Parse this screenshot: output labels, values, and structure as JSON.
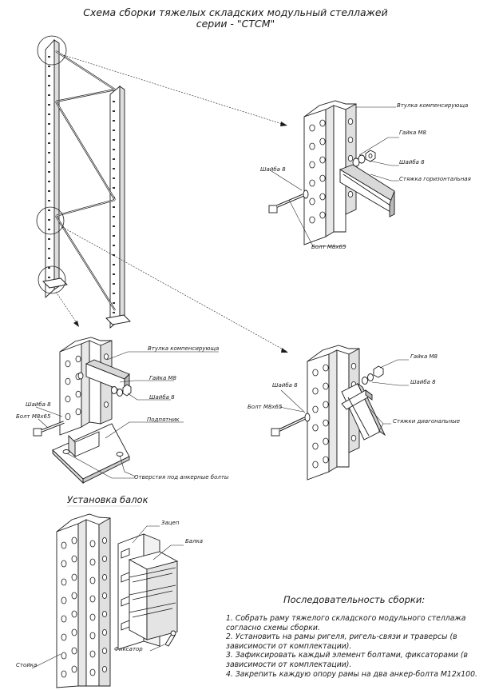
{
  "title": {
    "line1": "Схема сборки тяжелых складских модульный стеллажей",
    "line2": "серии - \"СТСМ\""
  },
  "labels": {
    "bushing_1": "Втулка компенсирующа",
    "nut_1": "Гайка М8",
    "washer_1a": "Шайба 8",
    "washer_1b": "Шайба 8",
    "brace_horizontal": "Стяжка горизонтальная",
    "bolt_1": "Болт М8x65",
    "bushing_2": "Втулка компенсирующа",
    "nut_2": "Гайка М8",
    "washer_2a": "Шайба 8",
    "washer_2b": "Шайба 8",
    "bolt_2": "Болт М8x65",
    "baseplate": "Подпятник",
    "anchor_holes": "Отверстия под анкерные болты",
    "nut_3": "Гайка М8",
    "washer_3a": "Шайба 8",
    "washer_3b": "Шайба 8",
    "bolt_3": "Болт М8x65",
    "brace_diagonal": "Стяжки диагональные",
    "hook": "Зацеп",
    "beam": "Балка",
    "lock": "Фиксатор",
    "upright": "Стойка"
  },
  "beam_section_title": "Установка балок",
  "sequence": {
    "title": "Последовательность сборки:",
    "steps": [
      "1. Собрать раму тяжелого складского модульного стеллажа согласно схемы сборки.",
      "2. Установить на рамы ригеля, ригель-связи и траверсы (в зависимости от комплектации).",
      "3. Зафиксировать каждый элемент болтами, фиксаторами (в зависимости от комплектации).",
      "4. Закрепить каждую опору рамы на два анкер-болта М12x100."
    ]
  }
}
